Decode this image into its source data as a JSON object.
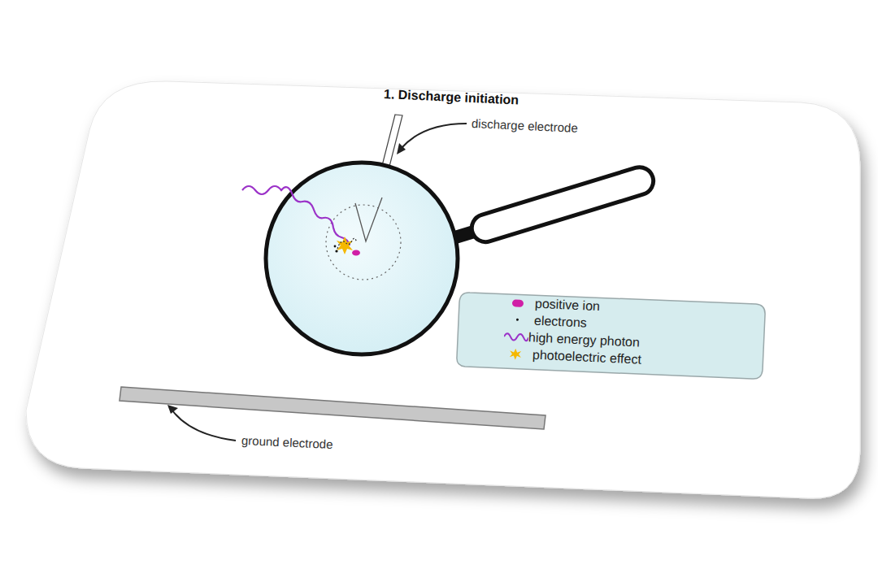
{
  "diagram": {
    "title": "1. Discharge initiation",
    "labels": [
      "discharge electrode",
      "ground electrode"
    ],
    "legend": [
      {
        "text": "positive ion",
        "color": "#d01fa6"
      },
      {
        "text": "electrons",
        "color": "#111111"
      },
      {
        "text": "high energy photon"
      },
      {
        "text": "photoelectric effect"
      }
    ]
  }
}
